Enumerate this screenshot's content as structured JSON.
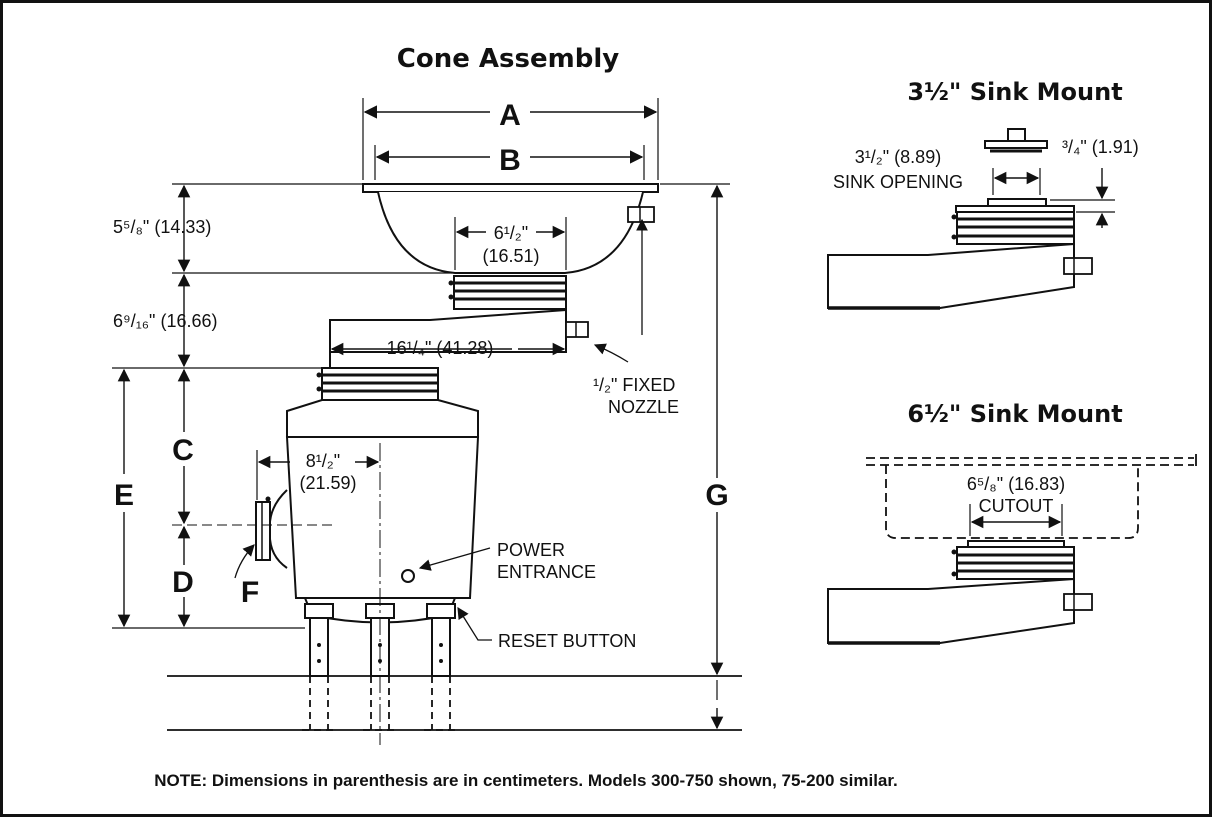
{
  "titles": {
    "cone": "Cone Assembly",
    "sink35": "3½\" Sink Mount",
    "sink65": "6½\" Sink Mount"
  },
  "letters": {
    "A": "A",
    "B": "B",
    "C": "C",
    "D": "D",
    "E": "E",
    "F": "F",
    "G": "G"
  },
  "dims": {
    "d_5_5_8": "5⁵/₈\" (14.33)",
    "d_6_9_16": "6⁹/₁₆\" (16.66)",
    "d_6_1_2_a": "6¹/₂\"",
    "d_6_1_2_b": "(16.51)",
    "d_16_1_4": "16¹/₄\" (41.28)",
    "d_8_1_2_a": "8¹/₂\"",
    "d_8_1_2_b": "(21.59)",
    "nozzle_a": "¹/₂\" FIXED",
    "nozzle_b": "NOZZLE",
    "power_a": "POWER",
    "power_b": "ENTRANCE",
    "reset": "RESET BUTTON",
    "sink_open_a": "3¹/₂\" (8.89)",
    "sink_open_b": "SINK OPENING",
    "three_quarter": "³/₄\" (1.91)",
    "cutout_a": "6⁵/₈\" (16.83)",
    "cutout_b": "CUTOUT"
  },
  "note": "NOTE: Dimensions in parenthesis are in centimeters.  Models 300-750 shown, 75-200 similar."
}
